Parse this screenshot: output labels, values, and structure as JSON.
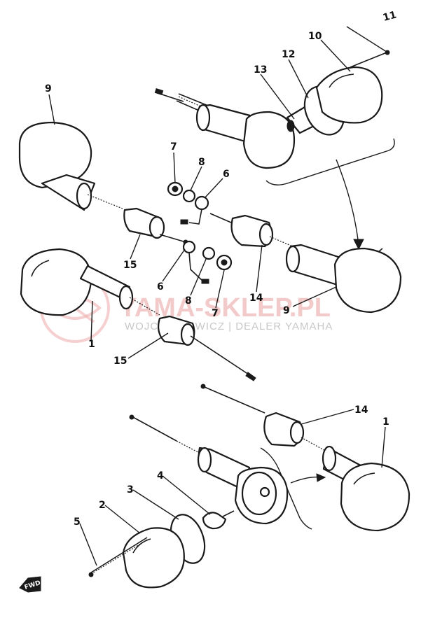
{
  "watermark": {
    "main_text": "YAMA-SKLEP.PL",
    "sub_text": "WOJCIECHOWICZ | DEALER YAMAHA",
    "color": "#e8a0a0"
  },
  "forward_marker": {
    "label": "FWD"
  },
  "callouts": [
    {
      "label": "1"
    },
    {
      "label": "1"
    },
    {
      "label": "2"
    },
    {
      "label": "3"
    },
    {
      "label": "4"
    },
    {
      "label": "5"
    },
    {
      "label": "6"
    },
    {
      "label": "6"
    },
    {
      "label": "7"
    },
    {
      "label": "7"
    },
    {
      "label": "8"
    },
    {
      "label": "8"
    },
    {
      "label": "9"
    },
    {
      "label": "9"
    },
    {
      "label": "10"
    },
    {
      "label": "11"
    },
    {
      "label": "12"
    },
    {
      "label": "13"
    },
    {
      "label": "14"
    },
    {
      "label": "14"
    },
    {
      "label": "15"
    },
    {
      "label": "15"
    }
  ]
}
